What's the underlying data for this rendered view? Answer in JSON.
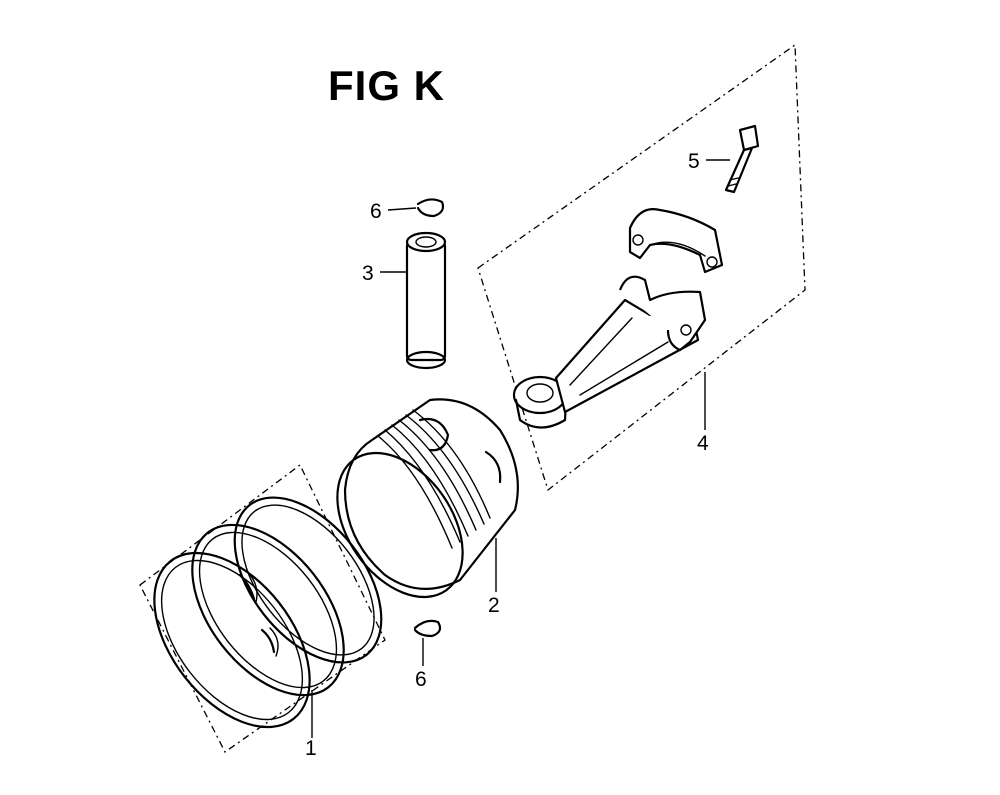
{
  "figure": {
    "title": "FIG K"
  },
  "callouts": [
    {
      "id": "1",
      "label": "1",
      "part": "piston-rings"
    },
    {
      "id": "2",
      "label": "2",
      "part": "piston"
    },
    {
      "id": "3",
      "label": "3",
      "part": "piston-pin"
    },
    {
      "id": "4",
      "label": "4",
      "part": "connecting-rod"
    },
    {
      "id": "5",
      "label": "5",
      "part": "rod-bolt"
    },
    {
      "id": "6a",
      "label": "6",
      "part": "pin-clip-upper"
    },
    {
      "id": "6b",
      "label": "6",
      "part": "pin-clip-lower"
    }
  ]
}
